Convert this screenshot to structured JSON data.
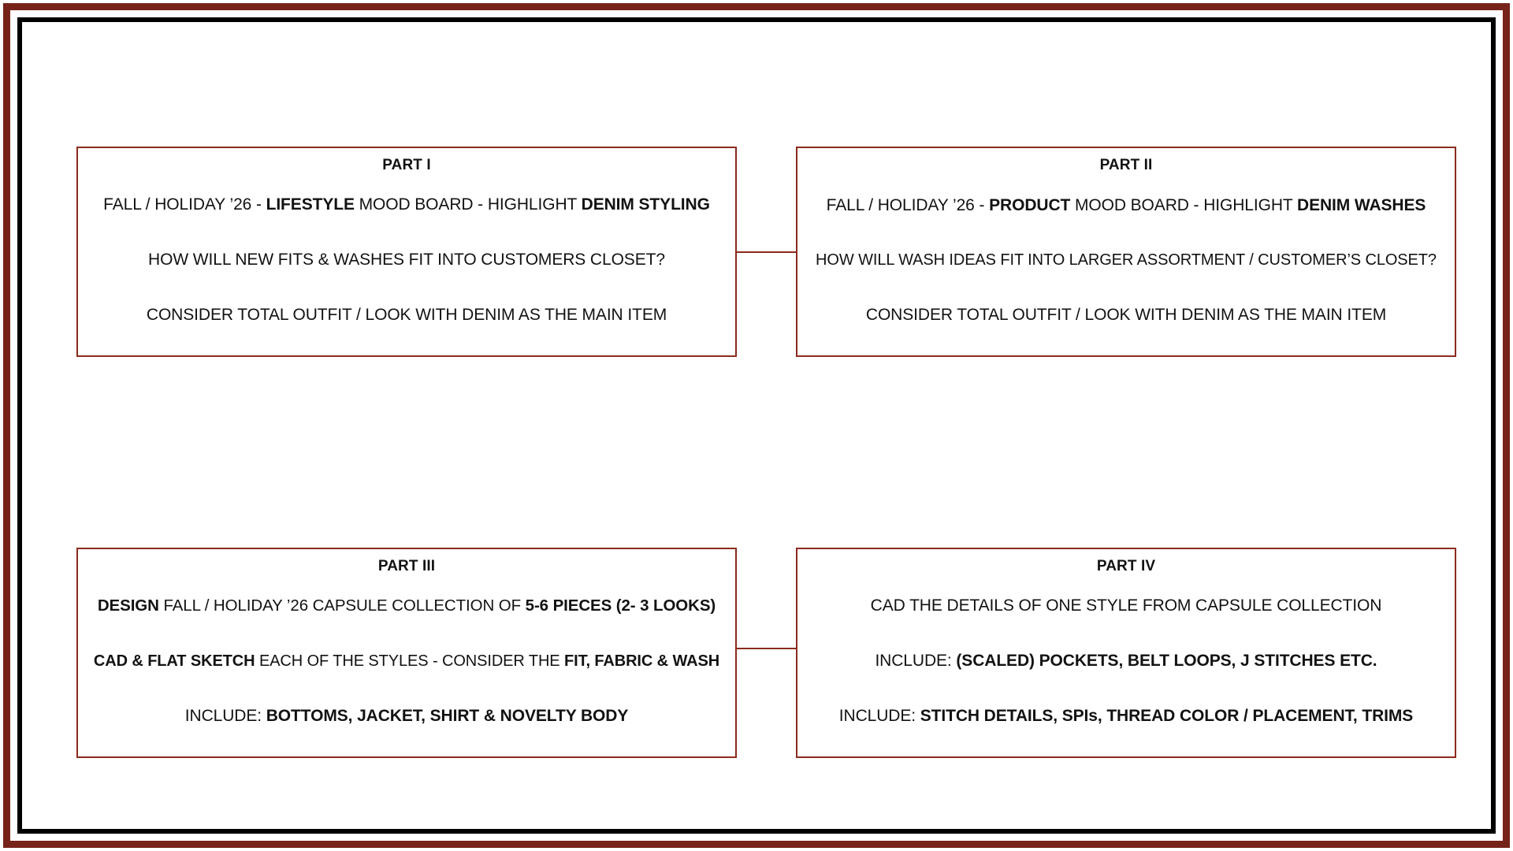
{
  "colors": {
    "frame_outer": "#76231a",
    "frame_inner": "#000000",
    "box_border": "#8b2a1c",
    "text": "#121212",
    "background": "#ffffff"
  },
  "parts": [
    {
      "id": "part-1",
      "title": "PART I",
      "lines": [
        [
          {
            "text": "FALL / HOLIDAY ’26 - ",
            "bold": false
          },
          {
            "text": "LIFESTYLE",
            "bold": true
          },
          {
            "text": " MOOD BOARD - HIGHLIGHT ",
            "bold": false
          },
          {
            "text": "DENIM STYLING",
            "bold": true
          }
        ],
        [
          {
            "text": "HOW WILL NEW FITS & WASHES FIT INTO CUSTOMERS CLOSET?",
            "bold": false
          }
        ],
        [
          {
            "text": "CONSIDER TOTAL OUTFIT / LOOK WITH DENIM AS THE MAIN ITEM",
            "bold": false
          }
        ]
      ]
    },
    {
      "id": "part-2",
      "title": "PART II",
      "lines": [
        [
          {
            "text": "FALL / HOLIDAY ’26 - ",
            "bold": false
          },
          {
            "text": "PRODUCT",
            "bold": true
          },
          {
            "text": " MOOD BOARD - HIGHLIGHT ",
            "bold": false
          },
          {
            "text": "DENIM WASHES",
            "bold": true
          }
        ],
        [
          {
            "text": "HOW WILL WASH IDEAS FIT INTO LARGER ASSORTMENT / CUSTOMER’S CLOSET?",
            "bold": false
          }
        ],
        [
          {
            "text": "CONSIDER TOTAL OUTFIT / LOOK WITH DENIM AS THE MAIN ITEM",
            "bold": false
          }
        ]
      ]
    },
    {
      "id": "part-3",
      "title": "PART III",
      "lines": [
        [
          {
            "text": "DESIGN",
            "bold": true
          },
          {
            "text": " FALL / HOLIDAY ’26 CAPSULE COLLECTION OF ",
            "bold": false
          },
          {
            "text": "5-6 PIECES (2- 3 LOOKS)",
            "bold": true
          }
        ],
        [
          {
            "text": "CAD & FLAT SKETCH",
            "bold": true
          },
          {
            "text": " EACH OF THE STYLES - CONSIDER THE ",
            "bold": false
          },
          {
            "text": "FIT, FABRIC & WASH",
            "bold": true
          }
        ],
        [
          {
            "text": "INCLUDE: ",
            "bold": false
          },
          {
            "text": "BOTTOMS, JACKET, SHIRT & NOVELTY BODY",
            "bold": true
          }
        ]
      ]
    },
    {
      "id": "part-4",
      "title": "PART IV",
      "lines": [
        [
          {
            "text": "CAD THE DETAILS OF ONE STYLE FROM CAPSULE COLLECTION",
            "bold": false
          }
        ],
        [
          {
            "text": "INCLUDE: ",
            "bold": false
          },
          {
            "text": "(SCALED) POCKETS, BELT LOOPS, J STITCHES ETC.",
            "bold": true
          }
        ],
        [
          {
            "text": "INCLUDE: ",
            "bold": false
          },
          {
            "text": "STITCH DETAILS, SPIs, THREAD COLOR / PLACEMENT, TRIMS",
            "bold": true
          }
        ]
      ]
    }
  ],
  "connectors": [
    {
      "id": "connector-top",
      "from": "part-1",
      "to": "part-2"
    },
    {
      "id": "connector-bottom",
      "from": "part-3",
      "to": "part-4"
    }
  ]
}
